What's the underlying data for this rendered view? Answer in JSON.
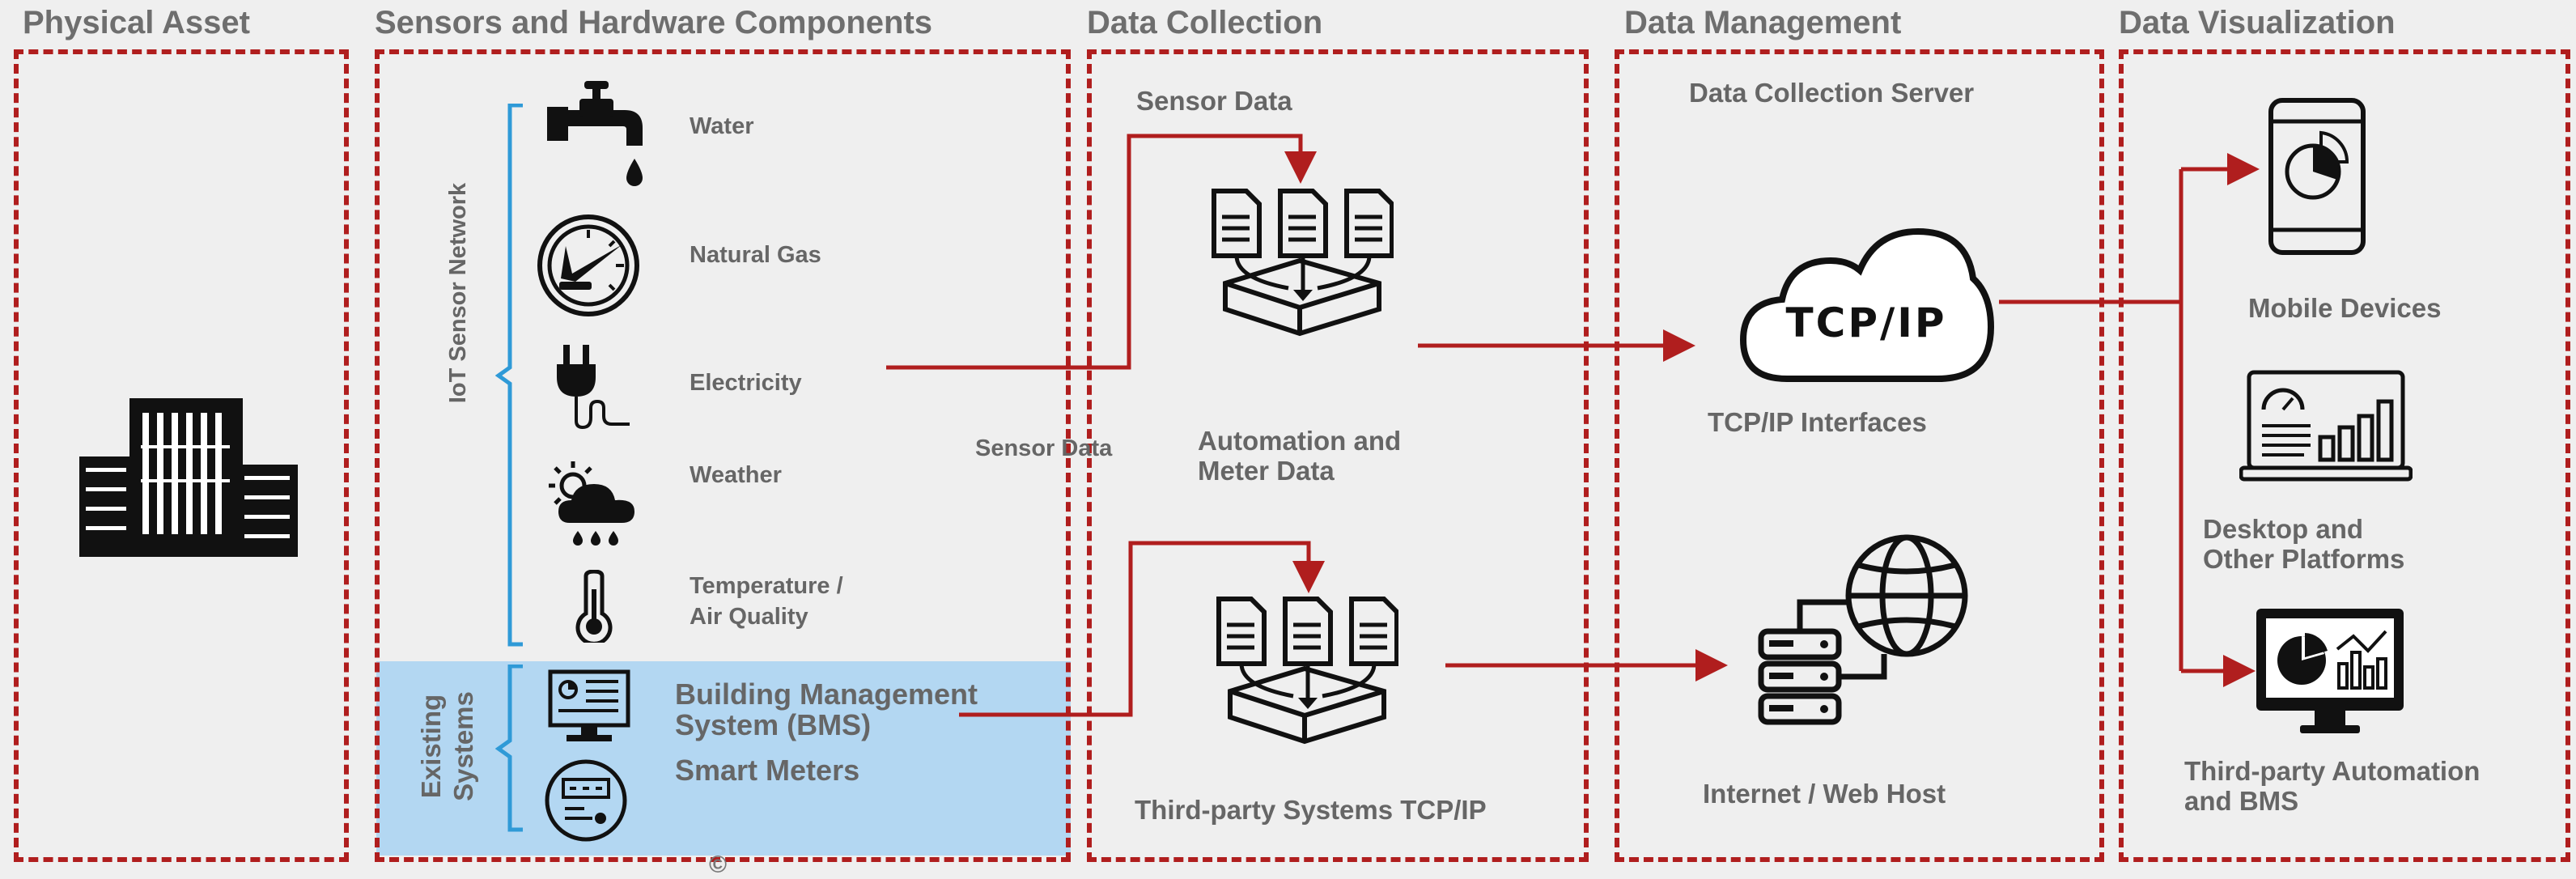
{
  "sections": {
    "physical_asset": "Physical Asset",
    "sensors": "Sensors and Hardware Components",
    "data_collection": "Data Collection",
    "data_management": "Data Management",
    "data_visualization": "Data Visualization"
  },
  "sensors": {
    "iot_network": "IoT Sensor Network",
    "existing_systems": [
      "Existing",
      "Systems"
    ],
    "items": [
      "Water",
      "Natural Gas",
      "Electricity",
      "Weather",
      "Temperature /",
      "Air Quality"
    ],
    "bms": [
      "Building Management",
      "System (BMS)"
    ],
    "smart_meters": "Smart Meters"
  },
  "collection": {
    "sensor_data_top": "Sensor Data",
    "sensor_data_side": "Sensor Data",
    "automation": [
      "Automation and",
      "Meter Data"
    ],
    "third_party": "Third-party Systems TCP/IP"
  },
  "management": {
    "server": "Data Collection Server",
    "tcpip_logo": "TCP/IP",
    "tcpip": "TCP/IP Interfaces",
    "web_host": "Internet / Web Host"
  },
  "visualization": {
    "mobile": "Mobile Devices",
    "desktop": [
      "Desktop and",
      "Other Platforms"
    ],
    "third_party": [
      "Third-party Automation",
      "and BMS"
    ]
  },
  "copyright_symbol": "©",
  "colors": {
    "accent": "#b01e1e",
    "bracket": "#2f9ad7",
    "panel": "#b3d7f2"
  }
}
